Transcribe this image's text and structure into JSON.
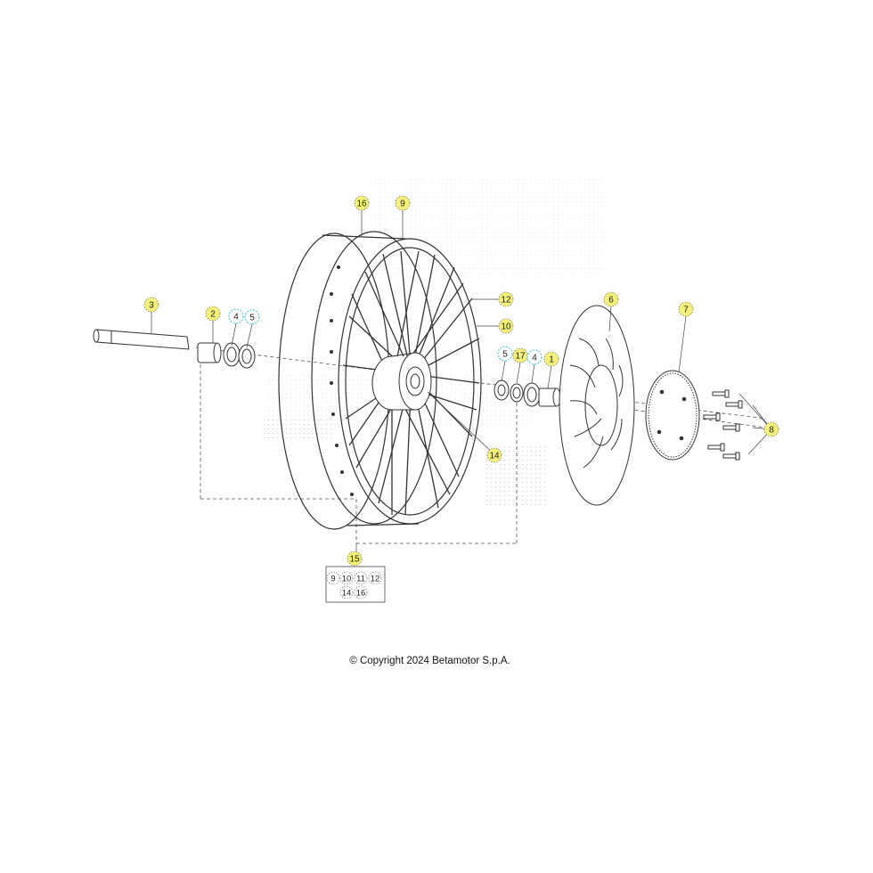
{
  "callouts": {
    "c16": "16",
    "c9": "9",
    "c3": "3",
    "c2": "2",
    "c4a": "4",
    "c5a": "5",
    "c12": "12",
    "c10": "10",
    "c5b": "5",
    "c17": "17",
    "c4b": "4",
    "c1": "1",
    "c6": "6",
    "c7": "7",
    "c8": "8",
    "c14": "14",
    "c15": "15"
  },
  "kit_contents": [
    "9",
    "10",
    "11",
    "12",
    "14",
    "16"
  ],
  "colors": {
    "yellow_callout": "#f3ef7a",
    "cyan_callout": "#57c9d8",
    "line": "#333333"
  },
  "copyright": "© Copyright 2024 Betamotor S.p.A."
}
